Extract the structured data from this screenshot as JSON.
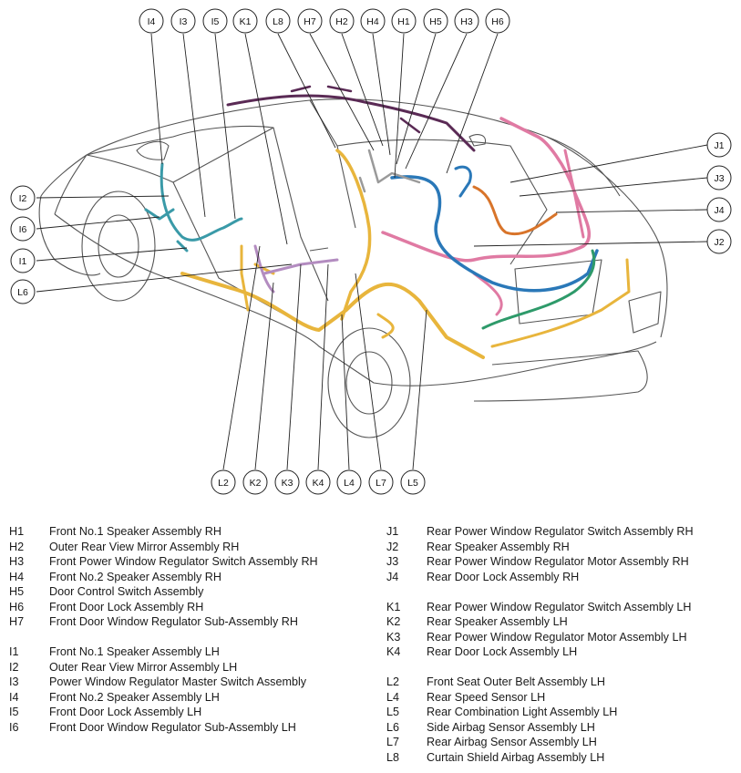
{
  "colors": {
    "harness_yellow": "#e8b53c",
    "harness_pink": "#e07aa3",
    "harness_blue": "#2a78b8",
    "harness_teal": "#3a9aa8",
    "harness_purple": "#5a2a55",
    "harness_orange": "#d8742a",
    "harness_green": "#2e9a6a",
    "harness_lavender": "#b38cc0",
    "harness_red": "#c2333a",
    "body_outline": "#555555"
  },
  "callouts": {
    "top": [
      "I4",
      "I3",
      "I5",
      "K1",
      "L8",
      "H7",
      "H2",
      "H4",
      "H1",
      "H5",
      "H3",
      "H6"
    ],
    "left": [
      "I2",
      "I6",
      "I1",
      "L6"
    ],
    "right": [
      "J1",
      "J3",
      "J4",
      "J2"
    ],
    "bottom": [
      "L2",
      "K2",
      "K3",
      "K4",
      "L4",
      "L7",
      "L5"
    ]
  },
  "legend": {
    "H": [
      {
        "code": "H1",
        "name": "Front No.1 Speaker Assembly RH"
      },
      {
        "code": "H2",
        "name": "Outer Rear View Mirror Assembly RH"
      },
      {
        "code": "H3",
        "name": "Front Power Window Regulator Switch Assembly RH"
      },
      {
        "code": "H4",
        "name": "Front No.2 Speaker Assembly RH"
      },
      {
        "code": "H5",
        "name": "Door Control Switch Assembly"
      },
      {
        "code": "H6",
        "name": "Front Door Lock Assembly RH"
      },
      {
        "code": "H7",
        "name": "Front Door Window Regulator Sub-Assembly RH"
      }
    ],
    "I": [
      {
        "code": "I1",
        "name": "Front No.1 Speaker Assembly LH"
      },
      {
        "code": "I2",
        "name": "Outer Rear View Mirror Assembly LH"
      },
      {
        "code": "I3",
        "name": "Power Window Regulator Master Switch Assembly"
      },
      {
        "code": "I4",
        "name": "Front No.2 Speaker Assembly LH"
      },
      {
        "code": "I5",
        "name": "Front Door Lock Assembly LH"
      },
      {
        "code": "I6",
        "name": "Front Door Window Regulator Sub-Assembly LH"
      }
    ],
    "J": [
      {
        "code": "J1",
        "name": "Rear Power Window Regulator Switch Assembly RH"
      },
      {
        "code": "J2",
        "name": "Rear Speaker Assembly RH"
      },
      {
        "code": "J3",
        "name": "Rear Power Window Regulator Motor Assembly RH"
      },
      {
        "code": "J4",
        "name": "Rear Door Lock Assembly RH"
      }
    ],
    "K": [
      {
        "code": "K1",
        "name": "Rear Power Window Regulator Switch Assembly LH"
      },
      {
        "code": "K2",
        "name": "Rear Speaker Assembly LH"
      },
      {
        "code": "K3",
        "name": "Rear Power Window Regulator Motor Assembly LH"
      },
      {
        "code": "K4",
        "name": "Rear Door Lock Assembly LH"
      }
    ],
    "L": [
      {
        "code": "L2",
        "name": "Front Seat Outer Belt Assembly LH"
      },
      {
        "code": "L4",
        "name": "Rear Speed Sensor LH"
      },
      {
        "code": "L5",
        "name": "Rear Combination Light Assembly LH"
      },
      {
        "code": "L6",
        "name": "Side Airbag Sensor Assembly LH"
      },
      {
        "code": "L7",
        "name": "Rear Airbag Sensor Assembly LH"
      },
      {
        "code": "L8",
        "name": "Curtain Shield Airbag Assembly LH"
      }
    ]
  }
}
